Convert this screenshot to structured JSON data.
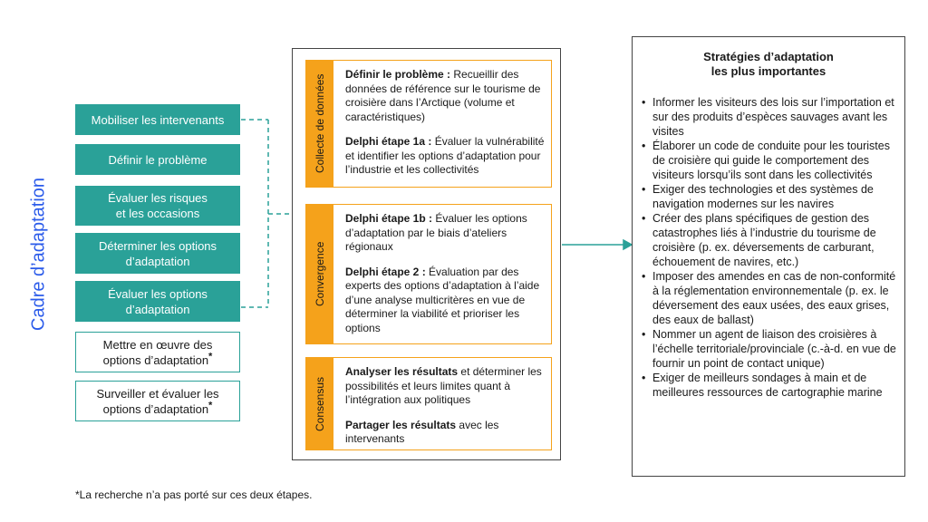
{
  "side_title": "Cadre d’adaptation",
  "framework_steps": [
    {
      "label": "Mobiliser les intervenants",
      "star": ""
    },
    {
      "label": "Définir le problème",
      "star": ""
    },
    {
      "label": "Évaluer les risques et les occasions",
      "star": ""
    },
    {
      "label": "Déterminer les options d’adaptation",
      "star": ""
    },
    {
      "label": "Évaluer les options d’adaptation",
      "star": ""
    },
    {
      "label": "Mettre en œuvre des options d’adaptation",
      "star": "*"
    },
    {
      "label": "Surveiller et évaluer les options d’adaptation",
      "star": "*"
    }
  ],
  "phases": [
    {
      "label": "Collecte de données",
      "items": [
        {
          "bold": "Définir le problème :",
          "text": " Recueillir des données de référence sur le tourisme de croisière dans l’Arctique (volume et caractéristiques)"
        },
        {
          "bold": "Delphi étape 1a :",
          "text": " Évaluer la vulnérabilité et identifier les options d’adaptation pour l’industrie et les collectivités"
        }
      ]
    },
    {
      "label": "Convergence",
      "items": [
        {
          "bold": "Delphi étape 1b :",
          "text": " Évaluer les options d’adaptation par le biais d’ateliers régionaux"
        },
        {
          "bold": "Delphi étape 2 :",
          "text": " Évaluation par des experts des options d’adaptation à l’aide d’une analyse multicritères en vue de déterminer la viabilité et prioriser les options"
        }
      ]
    },
    {
      "label": "Consensus",
      "items": [
        {
          "bold": "Analyser les résultats",
          "text": " et déterminer les possibilités et leurs limites quant à l’intégration aux politiques"
        },
        {
          "bold": "Partager les résultats",
          "text": " avec les intervenants"
        }
      ]
    }
  ],
  "strategies": {
    "title_line1": "Stratégies d’adaptation",
    "title_line2": "les plus importantes",
    "items": [
      "Informer les visiteurs des lois sur l’importation et sur des produits d’espèces sauvages avant les visites",
      "Élaborer un code de conduite pour les touristes de croisière qui guide le comportement des visiteurs lorsqu’ils sont dans les collectivités",
      "Exiger des technologies et des systèmes de navigation modernes sur les navires",
      "Créer des plans spécifiques de gestion des catastrophes liés à l’industrie du tourisme de croisière (p. ex. déversements de carburant, échouement de navires, etc.)",
      "Imposer des amendes en cas de non-conformité à la réglementation environnementale (p. ex. le déversement des eaux usées, des eaux grises, des eaux de ballast)",
      "Nommer un agent de liaison des croisières à l’échelle territoriale/provinciale (c.-à-d. en vue de fournir un point de contact unique)",
      "Exiger de meilleurs sondages à main et de meilleures ressources de cartographie marine"
    ]
  },
  "footnote": "*La recherche n’a pas porté sur ces deux étapes.",
  "colors": {
    "teal": "#2aa198",
    "orange": "#f5a21b",
    "blue_title": "#2b5bea",
    "border": "#444444"
  }
}
